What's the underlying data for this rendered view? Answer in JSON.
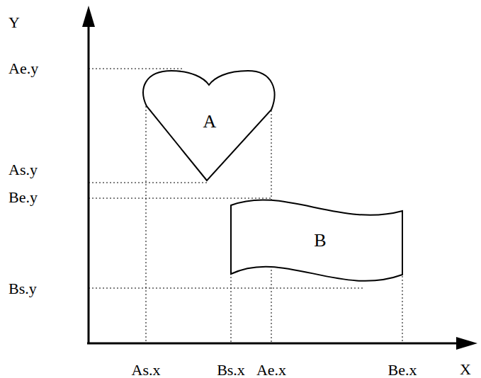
{
  "diagram": {
    "nodes": [
      {
        "text": [
          "A"
        ]
      },
      {
        "text": [
          "B"
        ]
      }
    ],
    "labels": [
      "Y",
      "Ae.y",
      "As.y",
      "Be.y",
      "Bs.y",
      "As.x",
      "Bs.x",
      "Ae.x",
      "Be.x",
      "X"
    ]
  }
}
